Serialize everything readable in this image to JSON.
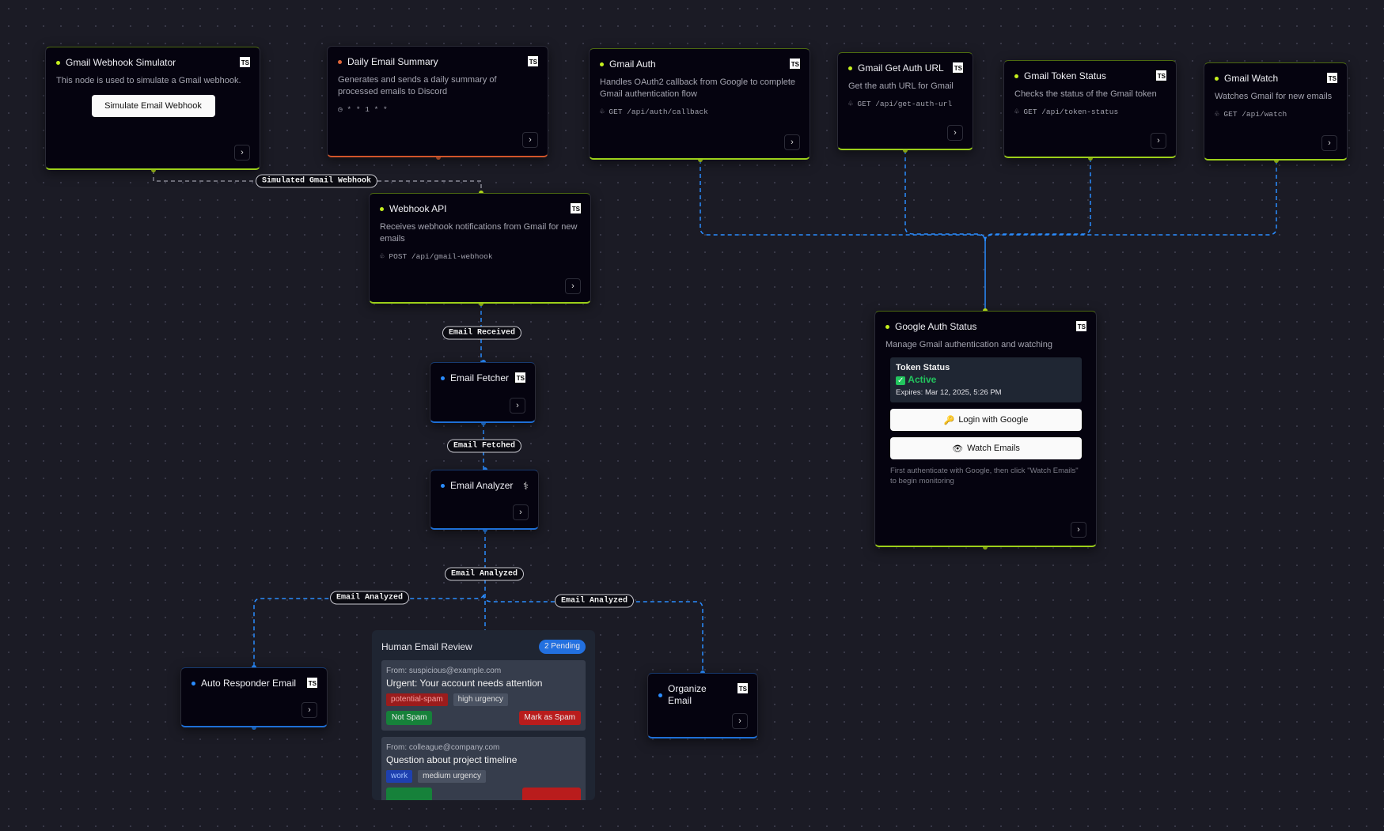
{
  "colors": {
    "event": "#c6f01e",
    "cron": "#e0663a",
    "flow": "#2a8cff",
    "canvas": "#1b1b25"
  },
  "nodes": {
    "simulator": {
      "title": "Gmail Webhook Simulator",
      "description": "This node is used to simulate a Gmail webhook.",
      "button": "Simulate Email Webhook",
      "lang": "TS"
    },
    "daily_summary": {
      "title": "Daily Email Summary",
      "description": "Generates and sends a daily summary of processed emails to Discord",
      "cron": "* * 1 * *",
      "lang": "TS"
    },
    "gmail_auth": {
      "title": "Gmail Auth",
      "description": "Handles OAuth2 callback from Google to complete Gmail authentication flow",
      "route": "GET /api/auth/callback",
      "lang": "TS"
    },
    "get_auth_url": {
      "title": "Gmail Get Auth URL",
      "description": "Get the auth URL for Gmail",
      "route": "GET /api/get-auth-url",
      "lang": "TS"
    },
    "token_status": {
      "title": "Gmail Token Status",
      "description": "Checks the status of the Gmail token",
      "route": "GET /api/token-status",
      "lang": "TS"
    },
    "gmail_watch": {
      "title": "Gmail Watch",
      "description": "Watches Gmail for new emails",
      "route": "GET /api/watch",
      "lang": "TS"
    },
    "webhook_api": {
      "title": "Webhook API",
      "description": "Receives webhook notifications from Gmail for new emails",
      "route": "POST /api/gmail-webhook",
      "lang": "TS"
    },
    "google_auth_status": {
      "title": "Google Auth Status",
      "description": "Manage Gmail authentication and watching",
      "token_label": "Token Status",
      "token_state": "Active",
      "token_expires": "Expires: Mar 12, 2025, 5:26 PM",
      "login_button": "Login with Google",
      "watch_button": "Watch Emails",
      "hint": "First authenticate with Google, then click \"Watch Emails\" to begin monitoring",
      "lang": "TS"
    },
    "email_fetcher": {
      "title": "Email Fetcher",
      "lang": "TS"
    },
    "email_analyzer": {
      "title": "Email Analyzer"
    },
    "auto_responder": {
      "title": "Auto Responder Email",
      "lang": "TS"
    },
    "organize_email": {
      "title": "Organize Email",
      "lang": "TS"
    }
  },
  "review": {
    "title": "Human Email Review",
    "badge": "2 Pending",
    "emails": [
      {
        "from": "From: suspicious@example.com",
        "subject": "Urgent: Your account needs attention",
        "tags": [
          "potential-spam",
          "high urgency"
        ],
        "not_spam": "Not Spam",
        "mark_spam": "Mark as Spam"
      },
      {
        "from": "From: colleague@company.com",
        "subject": "Question about project timeline",
        "tags": [
          "work",
          "medium urgency"
        ]
      }
    ]
  },
  "edges": {
    "simulated": "Simulated Gmail Webhook",
    "received": "Email Received",
    "fetched": "Email Fetched",
    "analyzed": "Email Analyzed"
  }
}
